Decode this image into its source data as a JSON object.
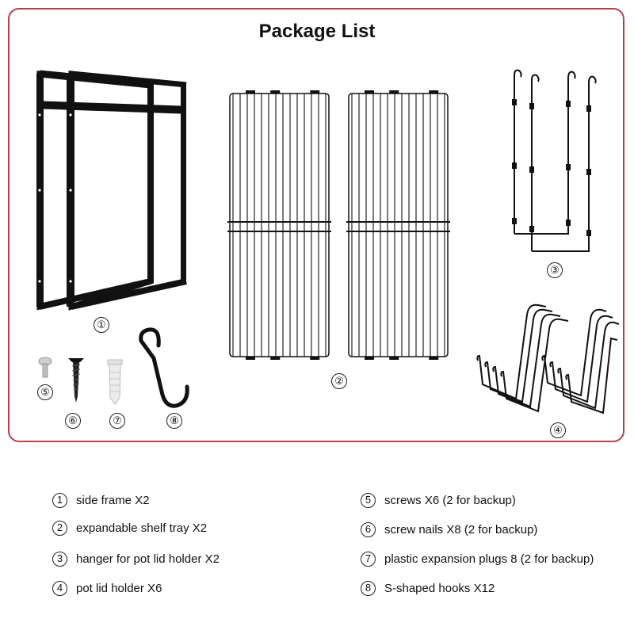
{
  "title": "Package List",
  "part_numbers": [
    "①",
    "②",
    "③",
    "④",
    "⑤",
    "⑥",
    "⑦",
    "⑧"
  ],
  "legend": [
    {
      "num": "1",
      "text": "side frame X2"
    },
    {
      "num": "2",
      "text": "expandable shelf tray X2"
    },
    {
      "num": "3",
      "text": "hanger for pot lid holder X2"
    },
    {
      "num": "4",
      "text": "pot lid holder X6"
    },
    {
      "num": "5",
      "text": "screws X6 (2 for backup)"
    },
    {
      "num": "6",
      "text": "screw nails X8 (2 for backup)"
    },
    {
      "num": "7",
      "text": "plastic expansion plugs 8 (2 for backup)"
    },
    {
      "num": "8",
      "text": "S-shaped hooks X12"
    }
  ],
  "colors": {
    "border": "#b3424a",
    "metal": "#111111",
    "plug": "#d9d9d9"
  }
}
